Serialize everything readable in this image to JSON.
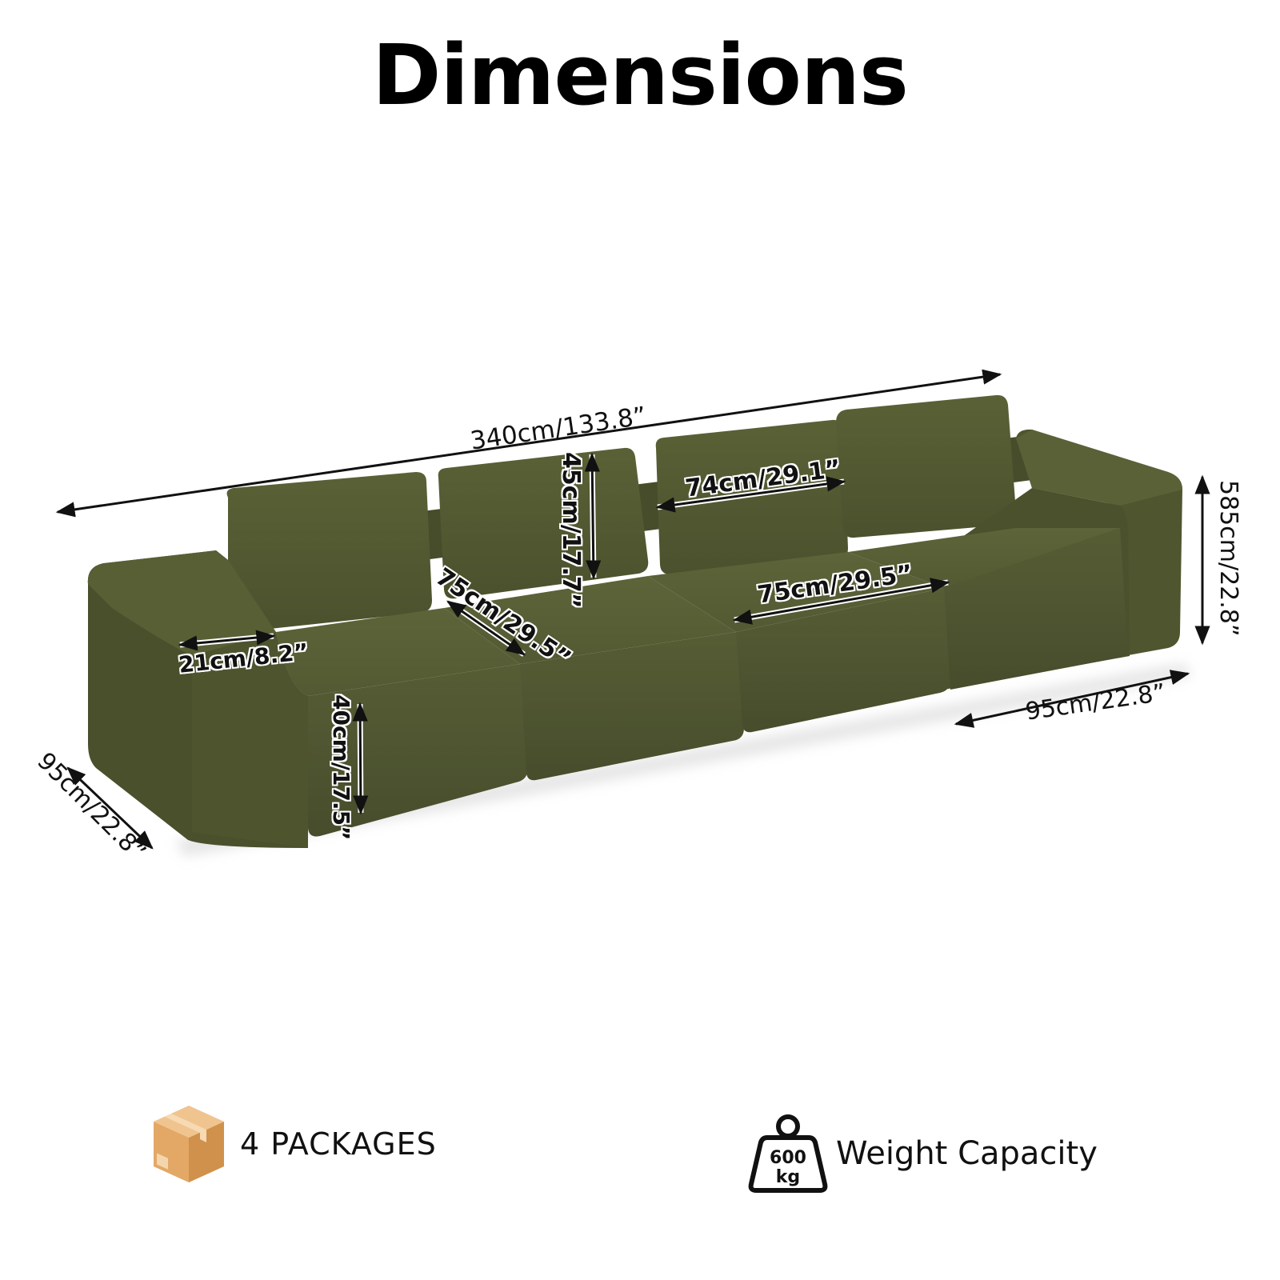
{
  "header": {
    "title": "Dimensions"
  },
  "product": {
    "type": "modular sofa",
    "color": "#4e5431",
    "color_light": "#5c6339",
    "color_dark": "#3c4124"
  },
  "dimensions": {
    "total_length": "340cm/133.8”",
    "backrest_height": "45cm/17.7”",
    "backrest_width": "74cm/29.1”",
    "seat_depth": "75cm/29.5”",
    "seat_width": "75cm/29.5”",
    "armrest_width": "21cm/8.2”",
    "seat_height": "40cm/17.5”",
    "total_height": "585cm/22.8”",
    "depth_right": "95cm/22.8”",
    "depth_left": "95cm/22.8”"
  },
  "features": {
    "packages": {
      "icon": "box-icon",
      "label": "4 PACKAGES",
      "color": "#e0a86a"
    },
    "weight": {
      "icon": "weight-icon",
      "icon_value": "600",
      "icon_unit": "kg",
      "label": "Weight Capacity"
    }
  }
}
